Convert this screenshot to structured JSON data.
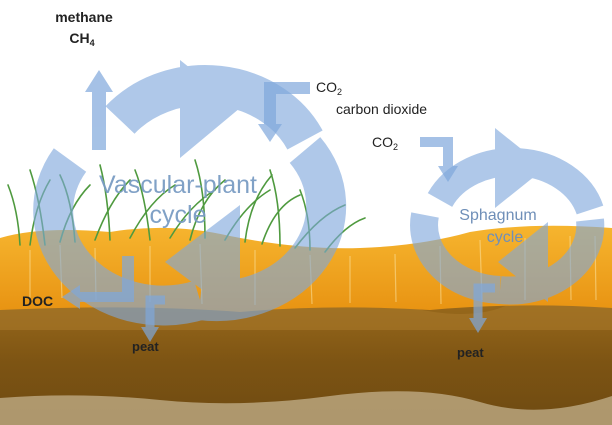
{
  "labels": {
    "methane": "methane",
    "ch4_base": "CH",
    "ch4_sub": "4",
    "co2_top_base": "CO",
    "co2_top_sub": "2",
    "carbon_dioxide": "carbon dioxide",
    "co2_mid_base": "CO",
    "co2_mid_sub": "2",
    "doc": "DOC",
    "peat_left": "peat",
    "peat_right": "peat",
    "vascular_line1": "Vascular-plant",
    "vascular_line2": "cycle",
    "sphagnum_line1": "Sphagnum",
    "sphagnum_line2": "cycle"
  },
  "colors": {
    "sky": "#ffffff",
    "acrotelm": "#f2a41d",
    "catotelm": "#8a5c14",
    "grass": "#5fa14a",
    "arrow": "#7fa8dc"
  }
}
